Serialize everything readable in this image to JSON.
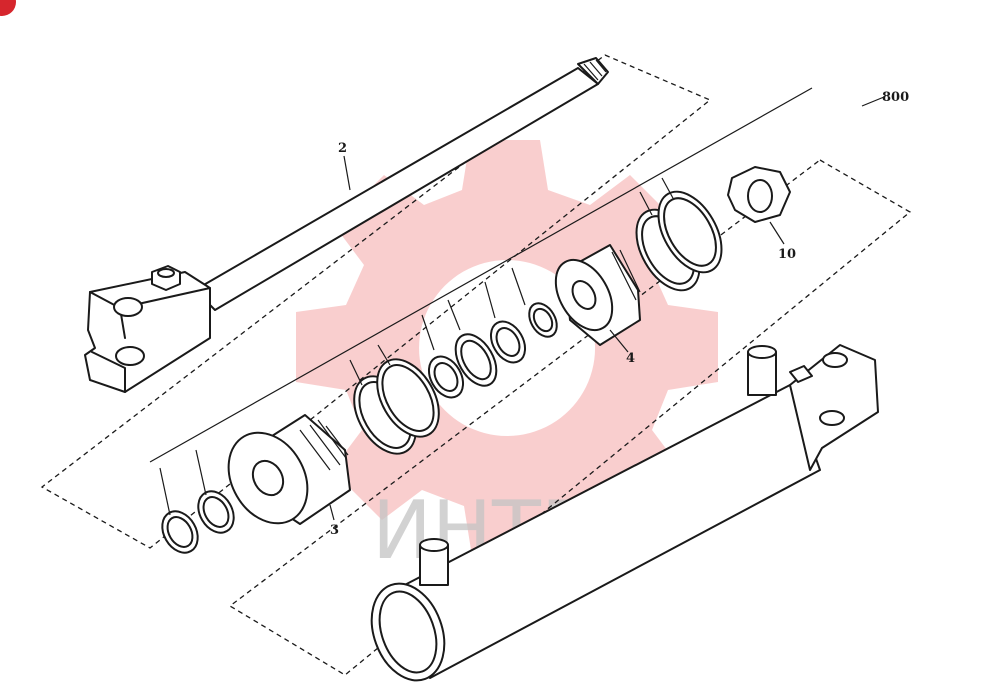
{
  "diagram": {
    "assembly_number": "800",
    "callouts": {
      "rod": "2",
      "piston": "3",
      "gland": "4",
      "nut": "10"
    },
    "watermark_text": "ИНТЕХ",
    "colors": {
      "line": "#1a1a1a",
      "background": "#ffffff",
      "watermark_gear": "#f4a5a5",
      "watermark_text": "#c4c4c4",
      "corner_badge": "#d6262d"
    }
  }
}
